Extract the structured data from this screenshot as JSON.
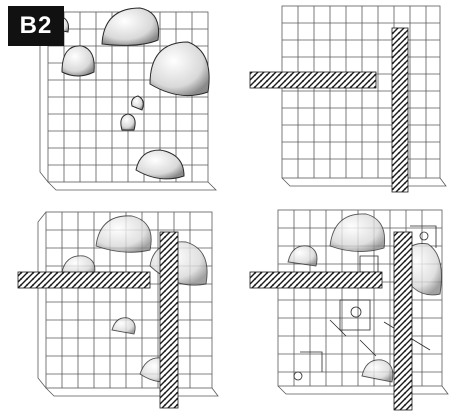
{
  "figure": {
    "label": "B2",
    "colors": {
      "ink": "#2a2a2a",
      "grid": "#5a5a5a",
      "hatch": "#1a1a1a",
      "badge_bg": "#111111",
      "badge_text": "#ffffff",
      "background": "#ffffff"
    },
    "panels": [
      {
        "name": "panel-top-left",
        "content": [
          "grid",
          "domes"
        ]
      },
      {
        "name": "panel-top-right",
        "content": [
          "grid",
          "horizontal-bar",
          "vertical-bar"
        ]
      },
      {
        "name": "panel-bottom-left",
        "content": [
          "grid",
          "domes",
          "horizontal-bar",
          "vertical-bar"
        ]
      },
      {
        "name": "panel-bottom-right",
        "content": [
          "grid",
          "domes",
          "horizontal-bar",
          "vertical-bar",
          "circuit-details"
        ]
      }
    ]
  }
}
